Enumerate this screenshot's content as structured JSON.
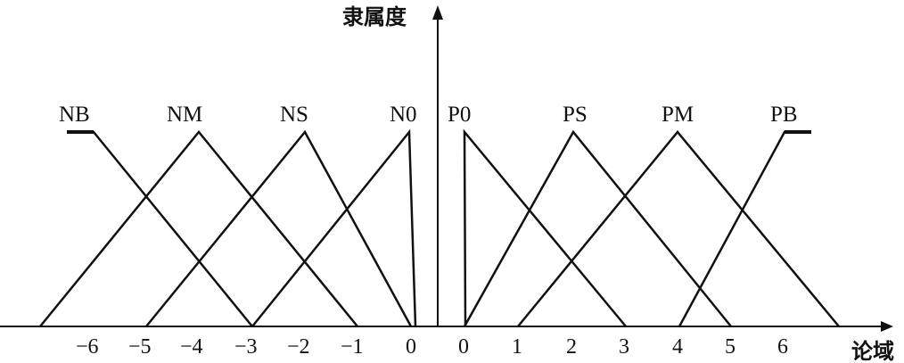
{
  "ylabel": "隶属度",
  "xlabel": "论域",
  "chart_data": {
    "type": "line",
    "ylabel": "隶属度",
    "xlabel": "论域",
    "tick_labels": [
      "−6",
      "−5",
      "−4",
      "−3",
      "−2",
      "−1",
      "0",
      "0",
      "1",
      "2",
      "3",
      "4",
      "5",
      "6"
    ],
    "membership_functions": [
      {
        "name": "NB",
        "shape": "left-shoulder",
        "points": [
          [
            -6,
            1
          ],
          [
            -3,
            0
          ]
        ]
      },
      {
        "name": "NM",
        "shape": "triangle",
        "points": [
          [
            -7,
            0
          ],
          [
            -4,
            1
          ],
          [
            -1,
            0
          ]
        ]
      },
      {
        "name": "NS",
        "shape": "triangle",
        "points": [
          [
            -5,
            0
          ],
          [
            -2,
            1
          ],
          [
            0,
            0
          ]
        ]
      },
      {
        "name": "N0",
        "shape": "triangle",
        "points": [
          [
            -3,
            0
          ],
          [
            0,
            1
          ],
          [
            0,
            0
          ]
        ]
      },
      {
        "name": "P0",
        "shape": "triangle",
        "points": [
          [
            0,
            0
          ],
          [
            0,
            1
          ],
          [
            3,
            0
          ]
        ]
      },
      {
        "name": "PS",
        "shape": "triangle",
        "points": [
          [
            0,
            0
          ],
          [
            2,
            1
          ],
          [
            5,
            0
          ]
        ]
      },
      {
        "name": "PM",
        "shape": "triangle",
        "points": [
          [
            1,
            0
          ],
          [
            4,
            1
          ],
          [
            7,
            0
          ]
        ]
      },
      {
        "name": "PB",
        "shape": "right-shoulder",
        "points": [
          [
            4,
            0
          ],
          [
            6,
            1
          ]
        ]
      }
    ]
  }
}
